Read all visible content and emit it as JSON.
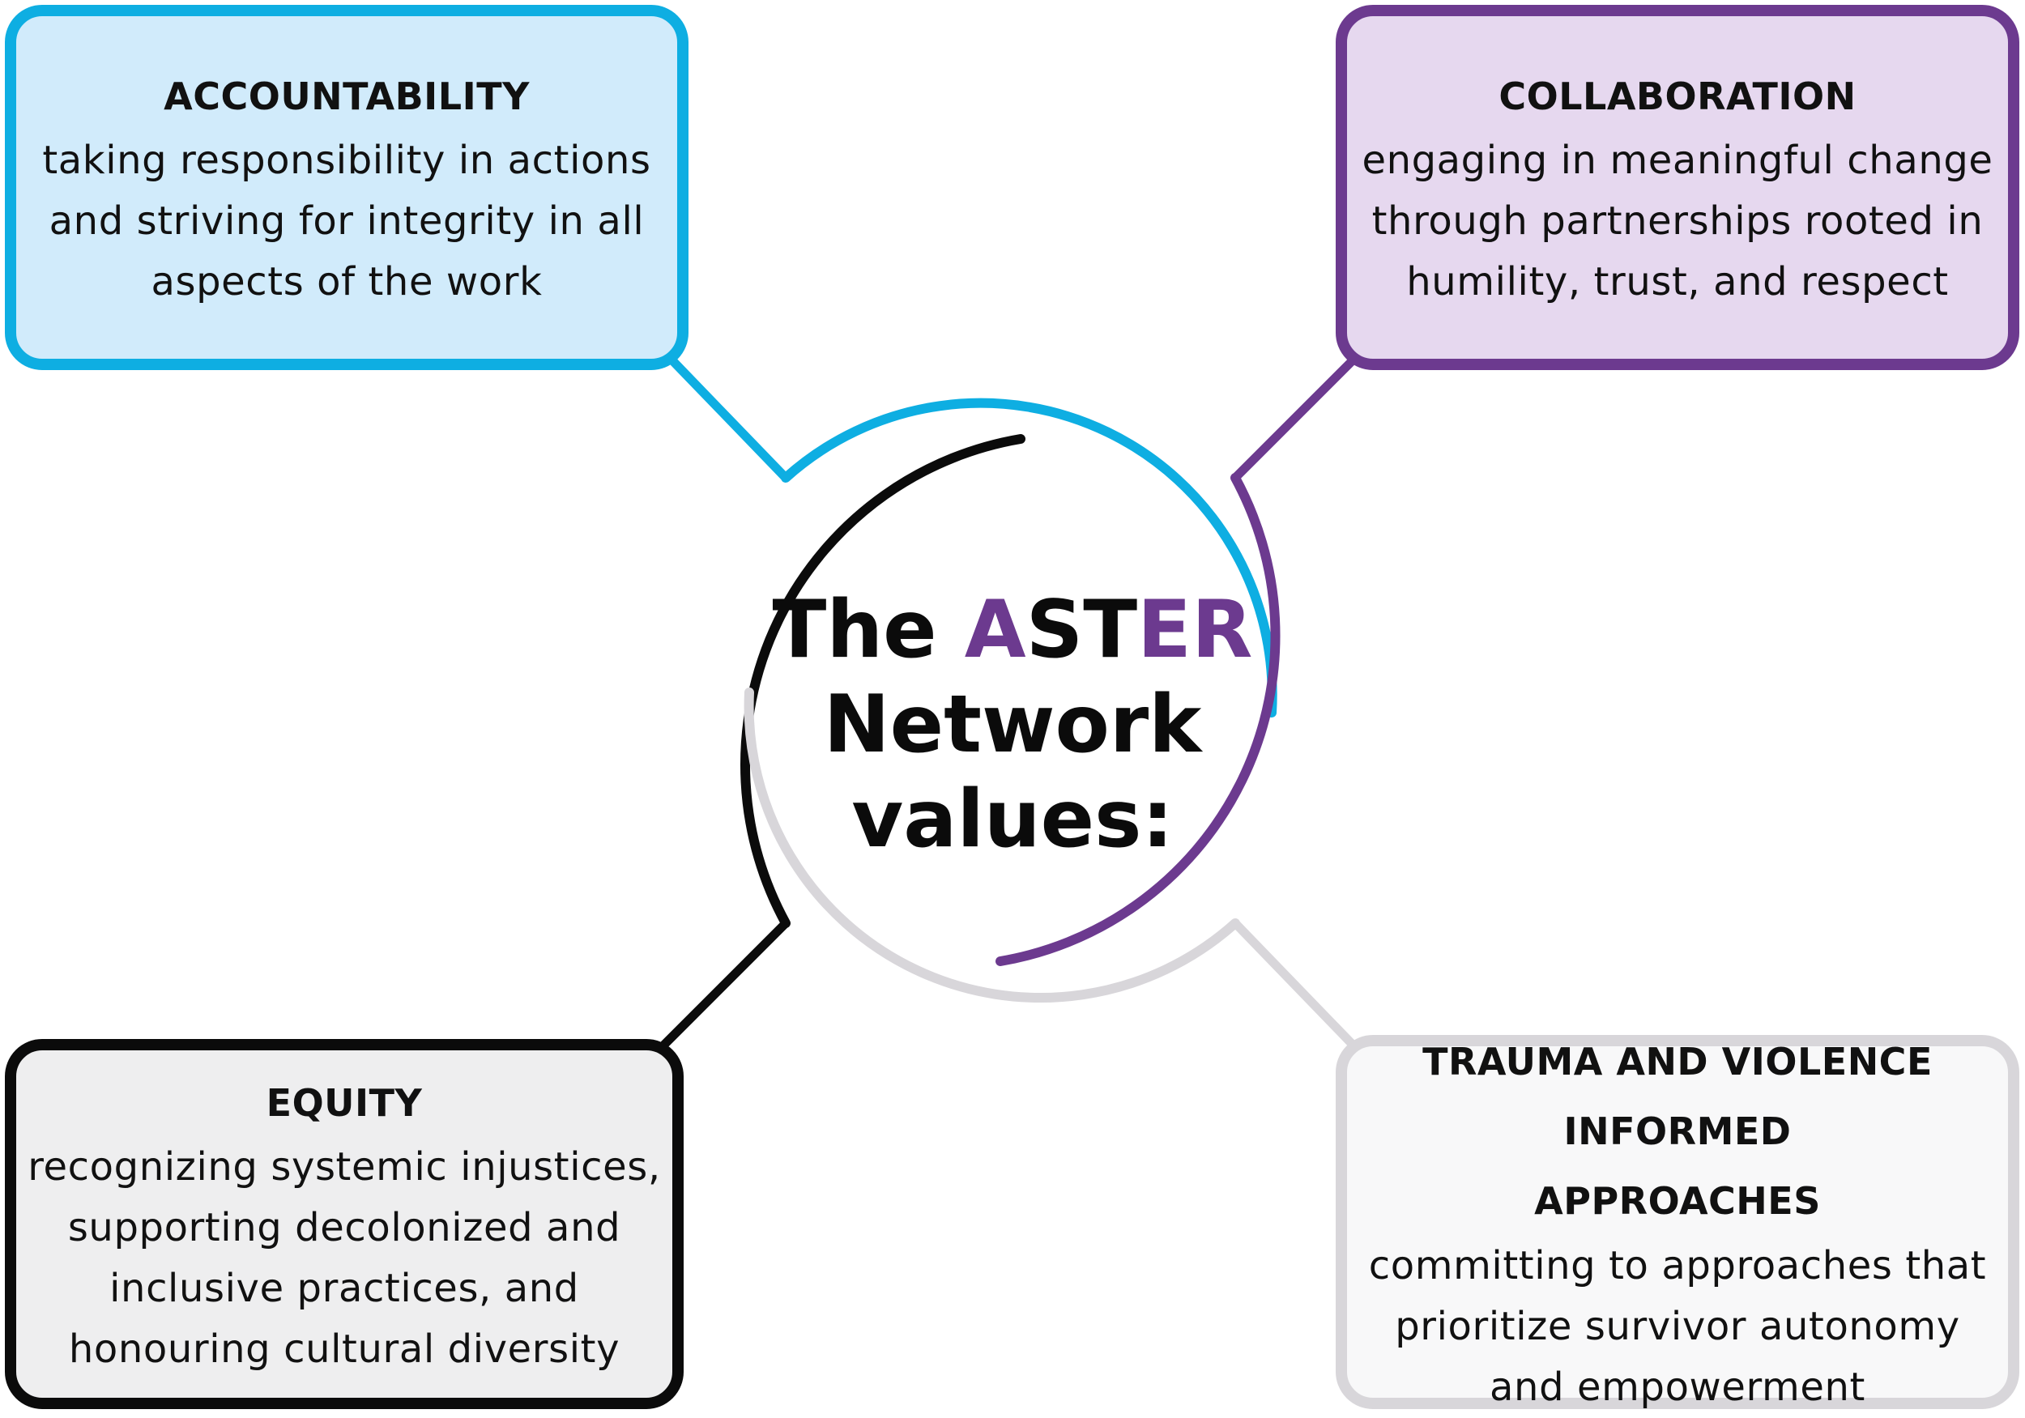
{
  "colors": {
    "accountability_border": "#0eaee2",
    "accountability_fill": "#d1ebfb",
    "collaboration_border": "#6c3a8f",
    "collaboration_fill": "#e6d8ef",
    "equity_border": "#0b0b0b",
    "equity_fill": "#eeeeef",
    "trauma_border": "#d8d6da",
    "trauma_fill": "#f8f8f9",
    "title_accent": "#6c3a8f"
  },
  "center": {
    "line1_prefix": "The ",
    "line1_accent_a": "A",
    "line1_plain_st": "ST",
    "line1_accent_er": "ER",
    "line2": "Network",
    "line3": "values:"
  },
  "values": {
    "accountability": {
      "title": "ACCOUNTABILITY",
      "description": "taking responsibility in actions and striving for integrity in all aspects of the work"
    },
    "collaboration": {
      "title": "COLLABORATION",
      "description": "engaging in meaningful change through partnerships rooted in humility, trust, and respect"
    },
    "equity": {
      "title": "EQUITY",
      "description": "recognizing systemic injustices, supporting decolonized and inclusive practices, and honouring cultural diversity"
    },
    "trauma": {
      "title": "TRAUMA AND VIOLENCE INFORMED APPROACHES",
      "description": "committing to approaches that prioritize survivor autonomy and empowerment"
    }
  }
}
